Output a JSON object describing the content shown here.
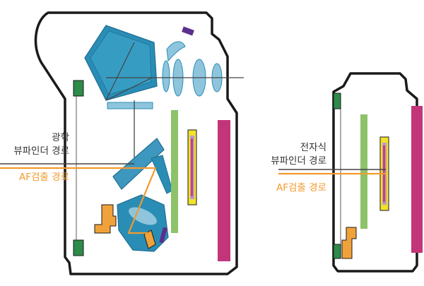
{
  "colors": {
    "outline": "#1A1A1A",
    "optical_line": "#444444",
    "af_path": "#F29A2E",
    "prism_blue": "#2A8DB5",
    "lens_blue": "#8EC5DC",
    "mirror_blue": "#3E97BF",
    "grip_green": "#2E8B4A",
    "shutter_green": "#8DC26B",
    "sensor_yellow": "#F2E12B",
    "sensor_purple": "#B79BD1",
    "sensor_red": "#D0405A",
    "lcd_magenta": "#C23579",
    "af_module_orange": "#F0A23A",
    "accent_purple": "#5B2E8E"
  },
  "dslr": {
    "label_optical_line1": "광학",
    "label_optical_line2": "뷰파인더 경로",
    "label_af": "AF검출 경로"
  },
  "mirrorless": {
    "label_electronic_line1": "전자식",
    "label_electronic_line2": "뷰파인더 경로",
    "label_af": "AF검출 경로"
  }
}
